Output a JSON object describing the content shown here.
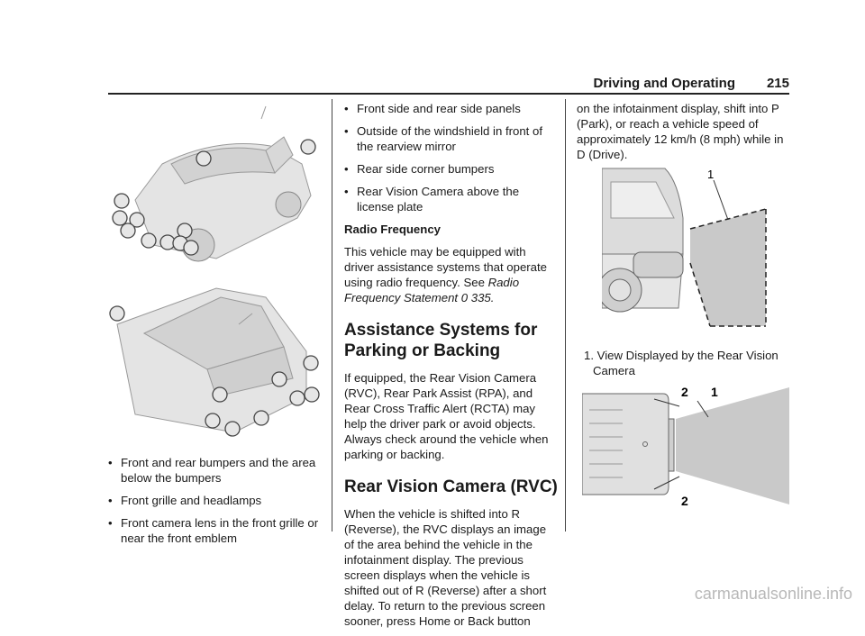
{
  "header": {
    "section": "Driving and Operating",
    "page_number": "215"
  },
  "left_column": {
    "bullets": [
      "Front and rear bumpers and the area below the bumpers",
      "Front grille and headlamps",
      "Front camera lens in the front grille or near the front emblem"
    ]
  },
  "middle_column": {
    "bullets": [
      "Front side and rear side panels",
      "Outside of the windshield in front of the rearview mirror",
      "Rear side corner bumpers",
      "Rear Vision Camera above the license plate"
    ],
    "radio_heading": "Radio Frequency",
    "radio_text": "This vehicle may be equipped with driver assistance systems that operate using radio frequency. See",
    "radio_link": "Radio Frequency Statement",
    "radio_ref": "0 335.",
    "heading1": "Assistance Systems for Parking or Backing",
    "para1": "If equipped, the Rear Vision Camera (RVC), Rear Park Assist (RPA), and Rear Cross Traffic Alert (RCTA) may help the driver park or avoid objects. Always check around the vehicle when parking or backing.",
    "heading2": "Rear Vision Camera (RVC)",
    "para2": "When the vehicle is shifted into R (Reverse), the RVC displays an image of the area behind the vehicle in the infotainment display. The previous screen displays when the vehicle is shifted out of R (Reverse) after a short delay. To return to the previous screen sooner, press Home or Back button"
  },
  "right_column": {
    "para": "on the infotainment display, shift into P (Park), or reach a vehicle speed of approximately 12 km/h (8 mph) while in D (Drive).",
    "fig1_label": "1",
    "caption": "1. View Displayed by the Rear Vision Camera",
    "fig2_label_2a": "2",
    "fig2_label_1": "1",
    "fig2_label_2b": "2"
  },
  "watermark": "carmanualsonline.info"
}
